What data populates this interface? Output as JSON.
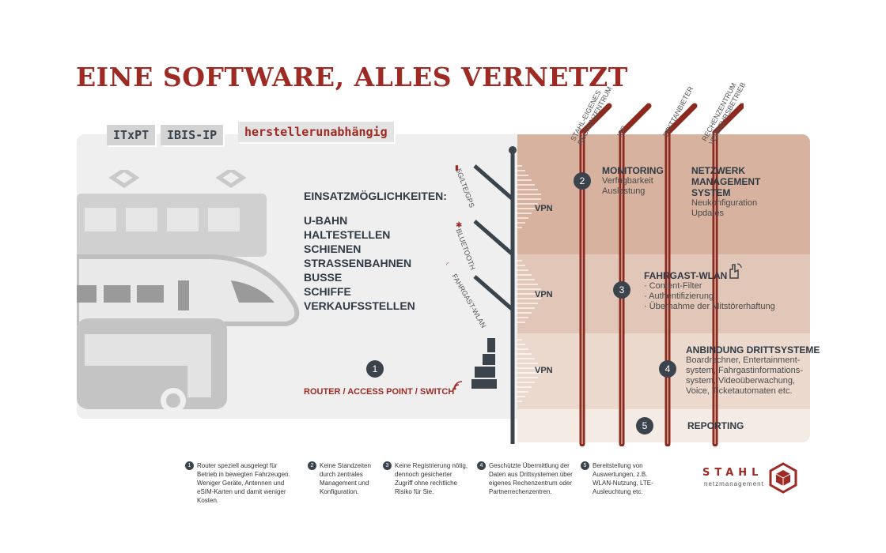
{
  "title": "EINE SOFTWARE, ALLES VERNETZT",
  "tags": [
    "ITxPT",
    "IBIS-IP",
    "herstellerunabhängig"
  ],
  "uses": {
    "heading": "EINSATZMÖGLICHKEITEN:",
    "items": [
      "U-BAHN",
      "HALTESTELLEN",
      "SCHIENEN",
      "STRASSENBAHNEN",
      "BUSSE",
      "SCHIFFE",
      "VERKAUFSSTELLEN"
    ]
  },
  "router": {
    "number": "1",
    "label": "ROUTER / ACCESS POINT / SWITCH"
  },
  "antennas": [
    "5G/LTE/GPS",
    "BLUETOOTH",
    "FAHRGAST-WLAN"
  ],
  "vpn": [
    "VPN",
    "VPN",
    "VPN"
  ],
  "columns": [
    "STAHL-EIGENES\nRECHENZENTRUM",
    "ISP",
    "DRITTANBIETER",
    "RECHENZENTRUM\nVERKEHRSBETRIEB"
  ],
  "blocks": {
    "monitoring": {
      "number": "2",
      "title": "MONITORING",
      "lines": [
        "Verfügbarkeit",
        "Auslastung"
      ]
    },
    "nms": {
      "title": "NETZWERK\nMANAGEMENT\nSYSTEM",
      "lines": [
        "Neukonfiguration",
        "Updates"
      ]
    },
    "wlan": {
      "number": "3",
      "title": "FAHRGAST-WLAN",
      "lines": [
        "· Content-Filter",
        "· Authentifizierung",
        "· Übernahme der Mitstörerhaftung"
      ]
    },
    "third": {
      "number": "4",
      "title": "ANBINDUNG DRITTSYSTEME",
      "lines": [
        "Boardrechner, Entertainment-",
        "system, Fahrgastinformations-",
        "system, Videoüberwachung,",
        "Voice, Ticketautomaten etc."
      ]
    },
    "reporting": {
      "number": "5",
      "title": "REPORTING"
    }
  },
  "footnotes": [
    {
      "number": "1",
      "text": "Router speziell ausgelegt für Betrieb in bewegten Fahrzeugen. Weniger Geräte, Antennen und eSIM-Karten und damit weniger Kosten."
    },
    {
      "number": "2",
      "text": "Keine Standzeiten durch zentrales Management und Konfiguration."
    },
    {
      "number": "3",
      "text": "Keine Registrierung nötig, dennoch gesicherter Zugriff ohne rechtliche Risiko für Sie."
    },
    {
      "number": "4",
      "text": "Geschützte Übermittlung der Daten aus Drittsystemen über eigenes Rechenzentrum oder Partnerrechenzentren."
    },
    {
      "number": "5",
      "text": "Bereitstellung von Auswertungen, z.B. WLAN-Nutzung, LTE-Ausleuchtung etc."
    }
  ],
  "logo": {
    "name": "STAHL",
    "sub": "netzmanagement"
  },
  "colors": {
    "accent": "#9e2a24",
    "dark": "#3b444c",
    "band1": "#d7b29e",
    "band2": "#e2c7b8",
    "band3": "#ebd9ce",
    "band4": "#f5ebe5"
  }
}
